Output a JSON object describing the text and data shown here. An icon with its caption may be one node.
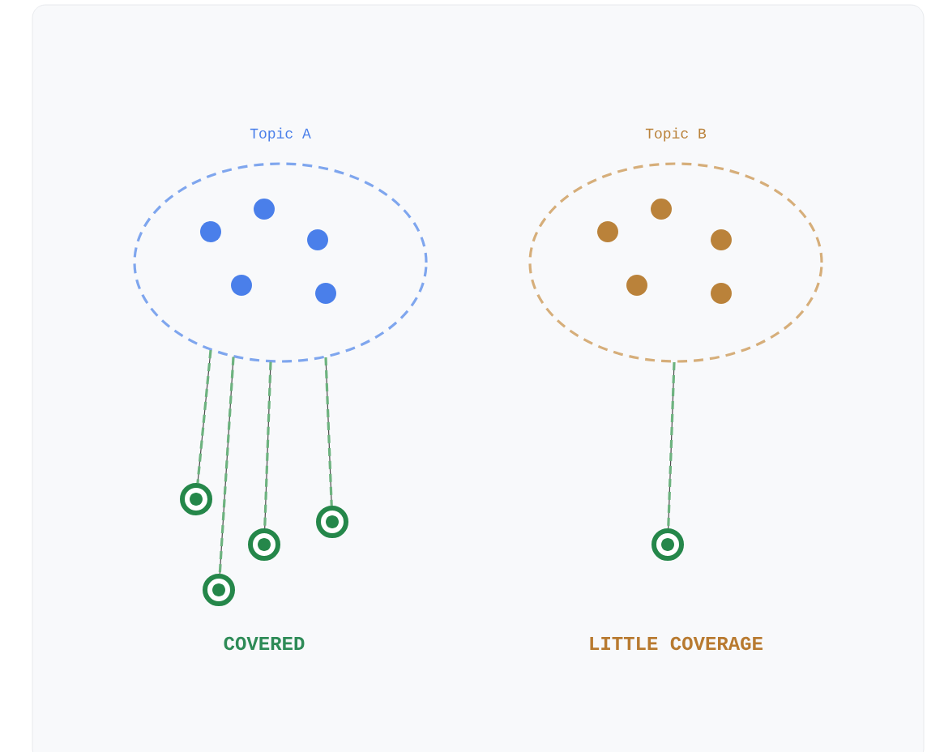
{
  "diagram": {
    "nodes": [
      {
        "text": [
          "Topic A"
        ]
      },
      {
        "text": [
          "Topic B"
        ]
      },
      {
        "text": [],
        "shape": "circle"
      },
      {
        "text": [],
        "shape": "circle"
      },
      {
        "text": [],
        "shape": "circle"
      },
      {
        "text": [],
        "shape": "circle"
      },
      {
        "text": [],
        "shape": "circle"
      }
    ],
    "edges": [
      {
        "from": 0,
        "to": 2,
        "arrow": "none"
      },
      {
        "from": 0,
        "to": 3,
        "arrow": "none"
      },
      {
        "from": 0,
        "to": 4,
        "arrow": "none"
      },
      {
        "from": 0,
        "to": 5,
        "arrow": "none"
      },
      {
        "from": 1,
        "to": 6,
        "arrow": "none"
      }
    ],
    "labels": [
      "COVERED",
      "LITTLE COVERAGE"
    ]
  }
}
